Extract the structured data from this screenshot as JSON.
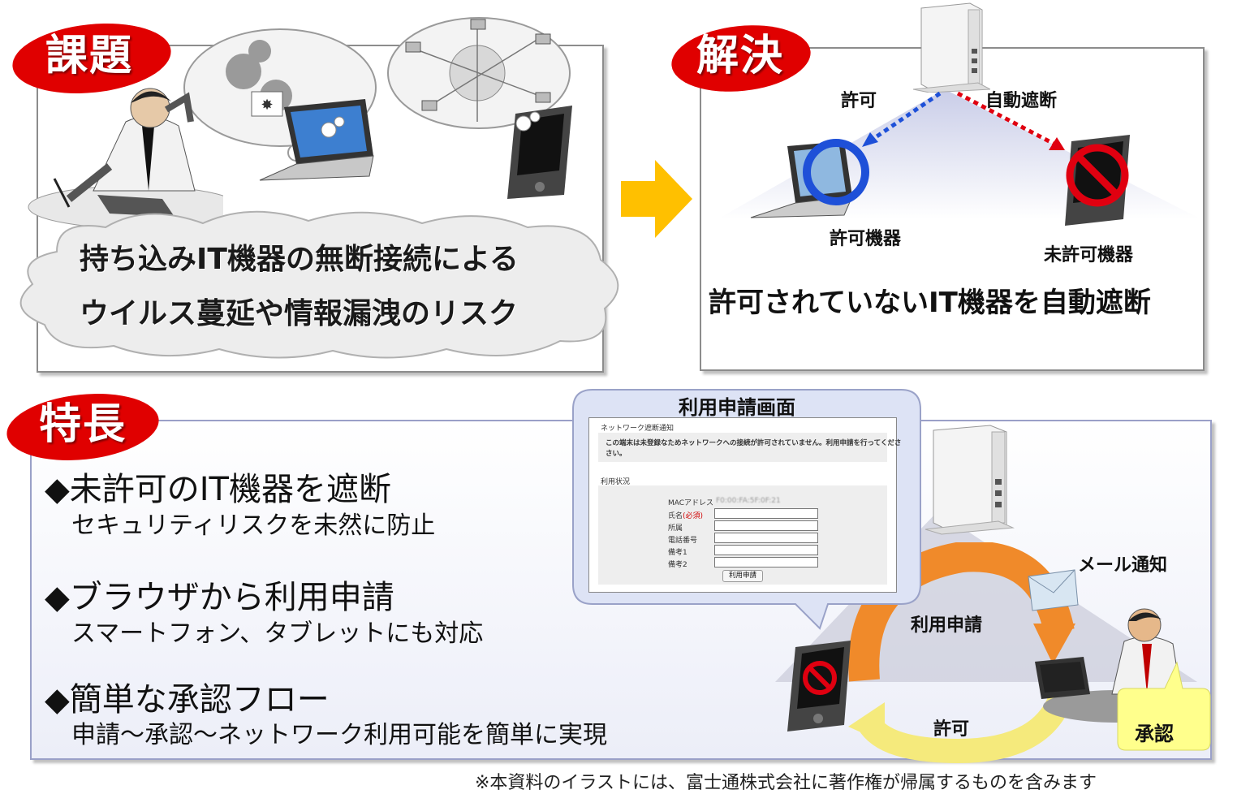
{
  "problem": {
    "badge": "課題",
    "line1": "持ち込みIT機器の無断接続による",
    "line2": "ウイルス蔓延や情報漏洩のリスク"
  },
  "solution": {
    "badge": "解決",
    "allow": "許可",
    "auto_block": "自動遮断",
    "allowed_device": "許可機器",
    "unallowed_device": "未許可機器",
    "summary": "許可されていないIT機器を自動遮断"
  },
  "features": {
    "badge": "特長",
    "items": [
      {
        "heading": "◆未許可のIT機器を遮断",
        "sub": "セキュリティリスクを未然に防止"
      },
      {
        "heading": "◆ブラウザから利用申請",
        "sub": "スマートフォン、タブレットにも対応"
      },
      {
        "heading": "◆簡単な承認フロー",
        "sub": "申請～承認～ネットワーク利用可能を簡単に実現"
      }
    ]
  },
  "app_screen": {
    "title": "利用申請画面",
    "notice_header": "ネットワーク遮断通知",
    "notice_text_1": "この端末は未登録なためネットワークへの接続が許可されていません。利用申請を行ってくださ",
    "notice_text_2": "さい。",
    "status_header": "利用状況",
    "mac_label": "MACアドレス",
    "mac_value": "F0:00:FA:5F:0F:21",
    "name_label": "氏名",
    "required": "(必須)",
    "dept_label": "所属",
    "phone_label": "電話番号",
    "note1_label": "備考1",
    "note2_label": "備考2",
    "submit": "利用申請"
  },
  "flow": {
    "mail": "メール通知",
    "apply": "利用申請",
    "allow": "許可",
    "approve": "承認"
  },
  "footnote": "※本資料のイラストには、富士通株式会社に著作権が帰属するものを含みます",
  "colors": {
    "badge_red": "#e00000",
    "arrow_yellow": "#ffc000",
    "flow_orange": "#f08a2a",
    "allow_blue": "#1e50d8",
    "block_red": "#e00010"
  }
}
